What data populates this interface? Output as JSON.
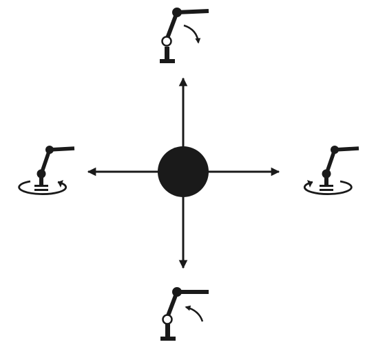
{
  "colors": {
    "background": "#ffffff",
    "ink": "#1a1a1a",
    "joint_fill": "#ffffff"
  },
  "center": {
    "icon": "joystick-knob-icon"
  },
  "directions": [
    {
      "direction": "up",
      "icon": "robot-arm-shoulder-rotate-down-icon"
    },
    {
      "direction": "down",
      "icon": "robot-arm-shoulder-rotate-up-icon"
    },
    {
      "direction": "left",
      "icon": "robot-arm-base-rotate-left-icon"
    },
    {
      "direction": "right",
      "icon": "robot-arm-base-rotate-right-icon"
    }
  ]
}
